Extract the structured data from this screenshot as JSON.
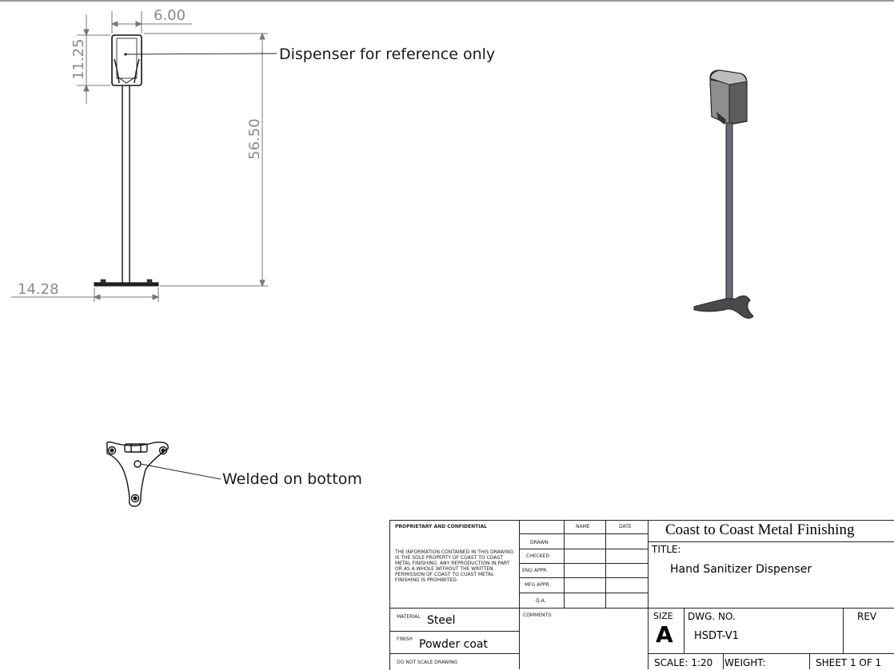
{
  "dimensions": {
    "width_top": "6.00",
    "dispenser_height": "11.25",
    "overall_height": "56.50",
    "base_width": "14.28"
  },
  "callouts": {
    "dispenser_note": "Dispenser for reference only",
    "base_note": "Welded on bottom"
  },
  "title_block": {
    "proprietary_heading": "PROPRIETARY AND CONFIDENTIAL",
    "proprietary_text": "THE INFORMATION CONTAINED IN THIS DRAWING IS THE SOLE PROPERTY OF COAST TO COAST METAL FINISHING. ANY REPRODUCTION IN PART OR AS A WHOLE WITHOUT THE WRITTEN PERMISSION OF COAST TO COAST METAL FINISHING IS PROHIBITED.",
    "col_name": "NAME",
    "col_date": "DATE",
    "rows": [
      "DRAWN",
      "CHECKED",
      "ENG APPR.",
      "MFG APPR.",
      "Q.A."
    ],
    "comments_label": "COMMENTS:",
    "material_label": "MATERIAL",
    "material_value": "Steel",
    "finish_label": "FINISH",
    "finish_value": "Powder coat",
    "do_not_scale": "DO NOT SCALE DRAWING",
    "company": "Coast to Coast Metal Finishing",
    "title_label": "TITLE:",
    "title_value": "Hand Sanitizer Dispenser",
    "size_label": "SIZE",
    "size_value": "A",
    "dwg_no_label": "DWG.  NO.",
    "dwg_no_value": "HSDT-V1",
    "rev_label": "REV",
    "scale": "SCALE: 1:20",
    "weight": "WEIGHT:",
    "sheet": "SHEET 1 OF 1"
  }
}
